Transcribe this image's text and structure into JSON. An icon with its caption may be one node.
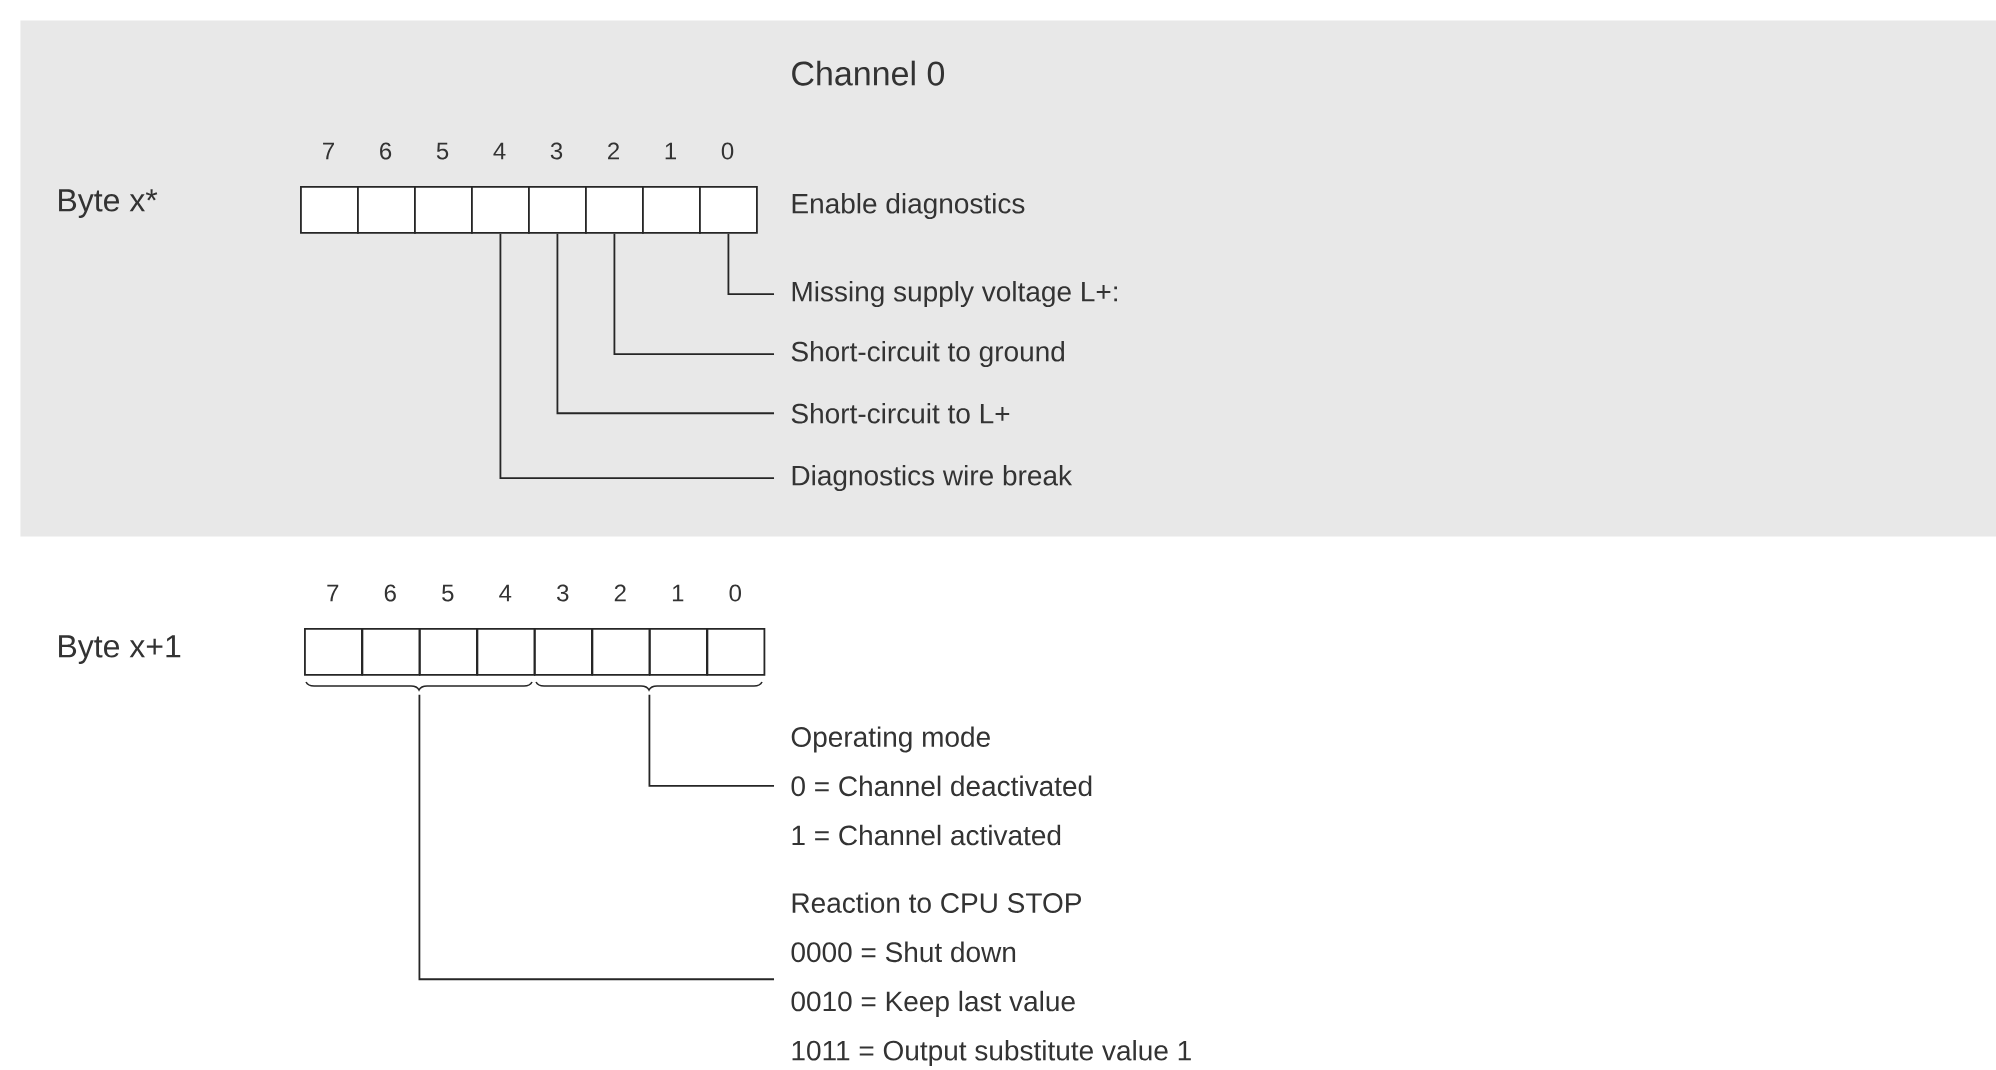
{
  "diagram": {
    "nodes": [
      {
        "text": [
          "Channel 0"
        ]
      },
      {
        "text": [],
        "shape": "box",
        "in": 0,
        "beside": [
          "7"
        ]
      },
      {
        "text": [],
        "shape": "box",
        "in": 0,
        "beside": [
          "6"
        ]
      },
      {
        "text": [],
        "shape": "box",
        "in": 0,
        "beside": [
          "5"
        ]
      },
      {
        "text": [],
        "shape": "box",
        "in": 0,
        "beside": [
          "4"
        ]
      },
      {
        "text": [],
        "shape": "box",
        "in": 0,
        "beside": [
          "3"
        ]
      },
      {
        "text": [],
        "shape": "box",
        "in": 0,
        "beside": [
          "2"
        ]
      },
      {
        "text": [],
        "shape": "box",
        "in": 0,
        "beside": [
          "1"
        ]
      },
      {
        "text": [],
        "shape": "box",
        "in": 0,
        "beside": [
          "0"
        ]
      },
      {
        "text": [
          "Missing supply voltage L+:"
        ],
        "in": 0
      },
      {
        "text": [
          "Short-circuit to ground"
        ],
        "in": 0
      },
      {
        "text": [
          "Short-circuit to L+"
        ],
        "in": 0
      },
      {
        "text": [
          "Diagnostics wire break"
        ],
        "in": 0
      },
      {
        "text": [],
        "shape": "box",
        "beside": [
          "7"
        ]
      },
      {
        "text": [],
        "shape": "box",
        "beside": [
          "6"
        ]
      },
      {
        "text": [],
        "shape": "box",
        "beside": [
          "5"
        ]
      },
      {
        "text": [],
        "shape": "box",
        "beside": [
          "4"
        ]
      },
      {
        "text": [],
        "shape": "box",
        "beside": [
          "3"
        ]
      },
      {
        "text": [],
        "shape": "box",
        "beside": [
          "2"
        ]
      },
      {
        "text": [],
        "shape": "box",
        "beside": [
          "1"
        ]
      },
      {
        "text": [],
        "shape": "box",
        "beside": [
          "0"
        ]
      },
      {
        "text": [],
        "shape": "brace"
      },
      {
        "text": [],
        "shape": "brace"
      },
      {
        "text": [
          "Operating mode",
          "0 = Channel deactivated",
          "1 = Channel activated"
        ]
      },
      {
        "text": [
          "Reaction to CPU STOP",
          "0000 = Shut down",
          "0010 = Keep last value",
          "1011 = Output substitute value 1"
        ]
      }
    ],
    "edges": [
      {
        "from": 9,
        "to": 8,
        "arrow": "none"
      },
      {
        "from": 10,
        "to": 6,
        "arrow": "none"
      },
      {
        "from": 11,
        "to": 5,
        "arrow": "none"
      },
      {
        "from": 12,
        "to": 4,
        "arrow": "none"
      },
      {
        "from": 23,
        "to": 22,
        "arrow": "none"
      },
      {
        "from": 24,
        "to": 21,
        "arrow": "none"
      }
    ],
    "labels": [
      "Byte x*",
      "Enable diagnostics",
      "Byte x+1"
    ]
  }
}
